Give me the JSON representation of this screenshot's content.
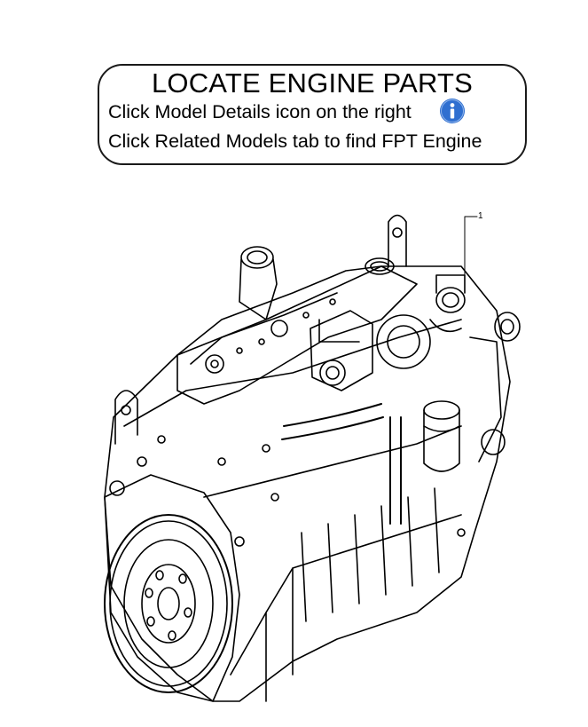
{
  "notice": {
    "title": "LOCATE ENGINE PARTS",
    "line1": "Click Model Details icon on the right",
    "line2": "Click Related Models tab to find FPT Engine",
    "info_icon": "info-icon",
    "info_icon_color": "#2f6fd0"
  },
  "diagram": {
    "callout": "1",
    "subject": "engine-illustration"
  }
}
